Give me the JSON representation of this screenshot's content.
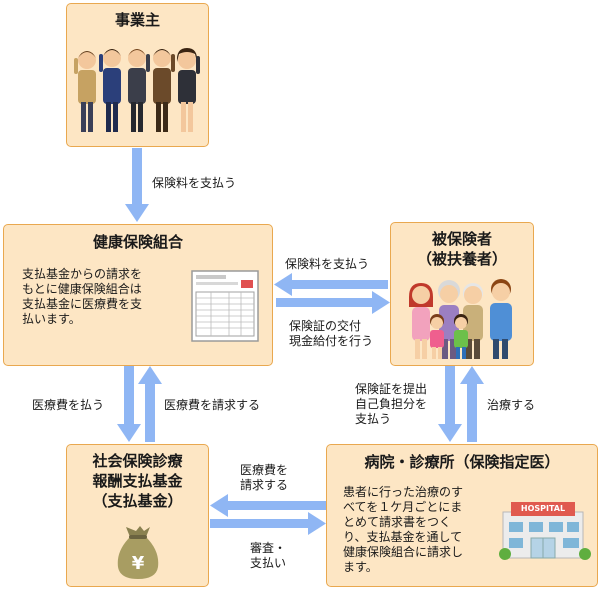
{
  "nodes": {
    "employer": {
      "title": "事業主"
    },
    "kumiai": {
      "title": "健康保険組合",
      "lines": [
        "支払基金からの請求を",
        "もとに健康保険組合は",
        "支払基金に医療費を支",
        "払います。"
      ]
    },
    "insured": {
      "title1": "被保険者",
      "title2": "（被扶養者）"
    },
    "kikin": {
      "title1": "社会保険診療",
      "title2": "報酬支払基金",
      "title3": "（支払基金）",
      "bag_text": "¥"
    },
    "hospital": {
      "title": "病院・診療所（保険指定医）",
      "lines": [
        "患者に行った治療のす",
        "べてを１ケ月ごとにま",
        "とめて請求書をつく",
        "り、支払基金を通して",
        "健康保険組合に請求し",
        "ます。"
      ],
      "sign": "HOSPITAL"
    }
  },
  "flows": {
    "employer_to_kumiai": "保険料を支払う",
    "insured_to_kumiai": "保険料を支払う",
    "kumiai_to_insured": [
      "保険証の交付",
      "現金給付を行う"
    ],
    "kumiai_to_kikin": "医療費を払う",
    "kikin_to_kumiai": "医療費を請求する",
    "insured_to_hospital": [
      "保険証を提出",
      "自己負担分を",
      "支払う"
    ],
    "hospital_to_insured": "治療する",
    "hospital_to_kikin": [
      "医療費を",
      "請求する"
    ],
    "kikin_to_hospital": [
      "審査・",
      "支払い"
    ]
  },
  "colors": {
    "box_fill": "#fde6c4",
    "box_border": "#e9a84f",
    "arrow": "#8fb6f4"
  }
}
